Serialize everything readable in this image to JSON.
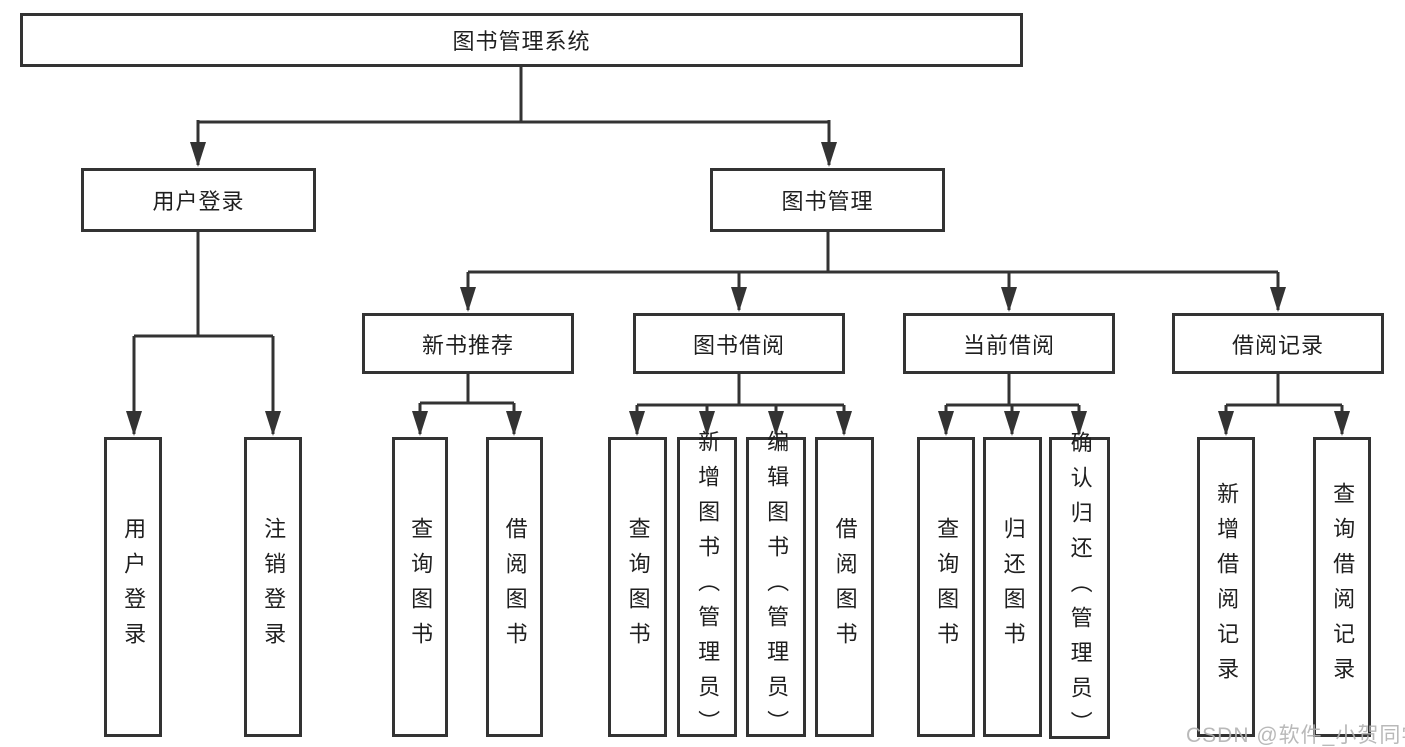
{
  "tree": {
    "root": "图书管理系统",
    "children": [
      {
        "label": "用户登录",
        "children": [
          "用户登录",
          "注销登录"
        ]
      },
      {
        "label": "图书管理",
        "children": [
          {
            "label": "新书推荐",
            "children": [
              "查询图书",
              "借阅图书"
            ]
          },
          {
            "label": "图书借阅",
            "children": [
              "查询图书",
              "新增图书（管理员）",
              "编辑图书（管理员）",
              "借阅图书"
            ]
          },
          {
            "label": "当前借阅",
            "children": [
              "查询图书",
              "归还图书",
              "确认归还（管理员）"
            ]
          },
          {
            "label": "借阅记录",
            "children": [
              "新增借阅记录",
              "查询借阅记录"
            ]
          }
        ]
      }
    ]
  },
  "watermark": "CSDN @软件_小贺同学",
  "colors": {
    "line": "#333333",
    "text": "#1f1f1f",
    "box_background": "#ffffff",
    "watermark": "#b2b2b2"
  }
}
